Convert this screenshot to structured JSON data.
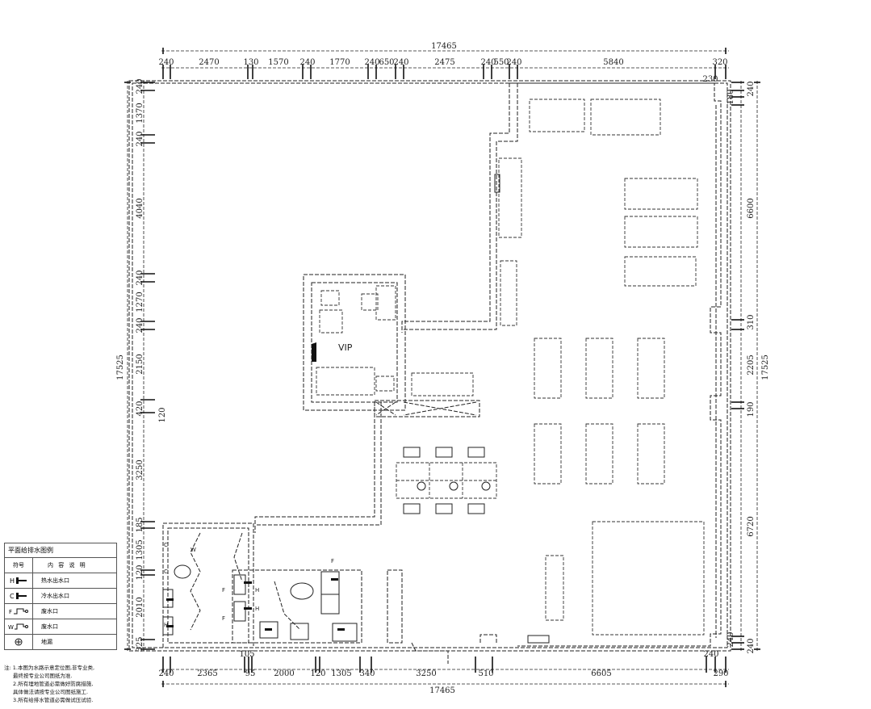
{
  "dimensions": {
    "overall_top": "17465",
    "overall_bottom": "17465",
    "overall_left": "17525",
    "overall_right": "17525",
    "top": [
      {
        "text": "240"
      },
      {
        "text": "2470"
      },
      {
        "text": "130"
      },
      {
        "text": "1570"
      },
      {
        "text": "240"
      },
      {
        "text": "1770"
      },
      {
        "text": "240"
      },
      {
        "text": "650"
      },
      {
        "text": "240"
      },
      {
        "text": "2475"
      },
      {
        "text": "240"
      },
      {
        "text": "550"
      },
      {
        "text": "240"
      },
      {
        "text": "5840"
      },
      {
        "text": "320"
      }
    ],
    "bottom": [
      {
        "text": "240"
      },
      {
        "text": "2365"
      },
      {
        "text": "105"
      },
      {
        "text": "95"
      },
      {
        "text": "2000"
      },
      {
        "text": "120"
      },
      {
        "text": "1305"
      },
      {
        "text": "340"
      },
      {
        "text": "3250"
      },
      {
        "text": "510"
      },
      {
        "text": "6605"
      },
      {
        "text": "240"
      },
      {
        "text": "290"
      }
    ],
    "left": [
      {
        "text": "240"
      },
      {
        "text": "1370"
      },
      {
        "text": "240"
      },
      {
        "text": "4040"
      },
      {
        "text": "240"
      },
      {
        "text": "1270"
      },
      {
        "text": "240"
      },
      {
        "text": "2150"
      },
      {
        "text": "420"
      },
      {
        "text": "120"
      },
      {
        "text": "3250"
      },
      {
        "text": "185"
      },
      {
        "text": "1305"
      },
      {
        "text": "120"
      },
      {
        "text": "2010"
      },
      {
        "text": "325"
      }
    ],
    "right": [
      {
        "text": "240"
      },
      {
        "text": "180"
      },
      {
        "text": "230"
      },
      {
        "text": "6600"
      },
      {
        "text": "310"
      },
      {
        "text": "2205"
      },
      {
        "text": "190"
      },
      {
        "text": "6720"
      },
      {
        "text": "240"
      },
      {
        "text": "240"
      }
    ]
  },
  "rooms": {
    "vip_label": "VIP"
  },
  "fixture_codes": {
    "hot": "H",
    "cold": "C",
    "waste": "F",
    "sewage": "W"
  },
  "legend": {
    "title": "平面给排水图例",
    "header_symbol": "符号",
    "header_description": "内 容 说 明",
    "items": [
      {
        "symbol": "hot-water-outlet-icon",
        "code": "H",
        "label": "热水出水口"
      },
      {
        "symbol": "cold-water-outlet-icon",
        "code": "C",
        "label": "冷水出水口"
      },
      {
        "symbol": "waste-water-outlet-icon",
        "code": "F",
        "label": "废水口"
      },
      {
        "symbol": "sewage-outlet-icon",
        "code": "W",
        "label": "废水口"
      },
      {
        "symbol": "floor-drain-icon",
        "code": "",
        "label": "地漏"
      }
    ]
  },
  "notes": {
    "prefix": "注:",
    "lines": [
      "1.本图为水路示意定位图,非专业类,",
      "最终按专业公司图纸为准.",
      "2.所有埋地管道必需做好防腐措施,",
      "具体做法请按专业公司图纸施工.",
      "3.所有给排水管道必需做试压试验."
    ]
  }
}
